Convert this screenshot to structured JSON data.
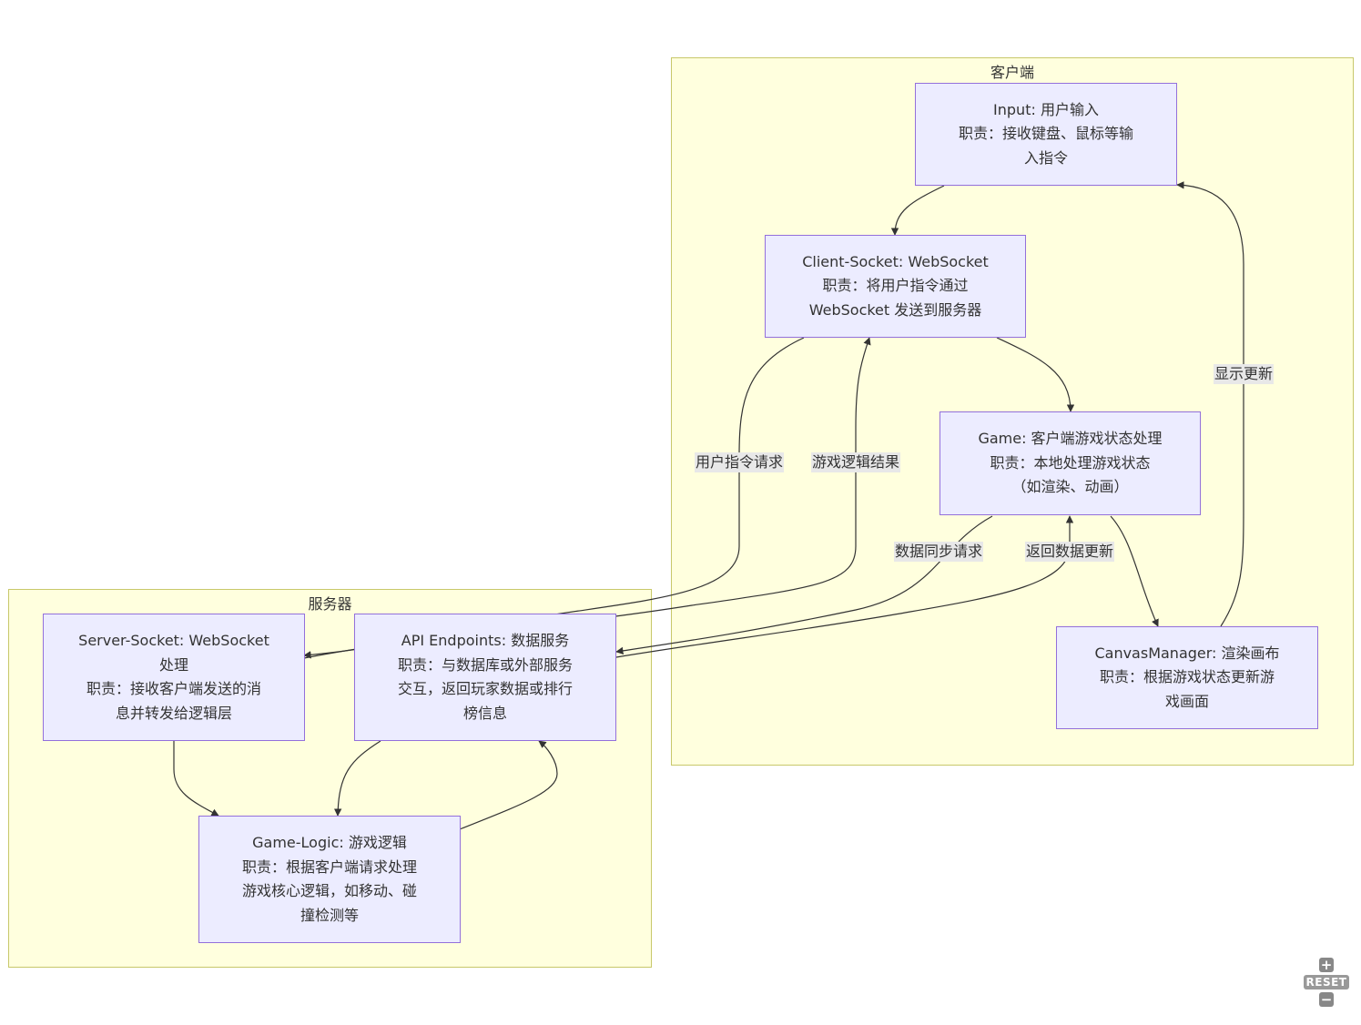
{
  "clusters": {
    "client": {
      "title": "客户端"
    },
    "server": {
      "title": "服务器"
    }
  },
  "nodes": {
    "input": {
      "lines": [
        "Input: 用户输入",
        "职责：接收键盘、鼠标等输",
        "入指令"
      ]
    },
    "client_socket": {
      "lines": [
        "Client-Socket: WebSocket",
        "职责：将用户指令通过",
        "WebSocket 发送到服务器"
      ]
    },
    "game": {
      "lines": [
        "Game: 客户端游戏状态处理",
        "职责：本地处理游戏状态",
        "（如渲染、动画）"
      ]
    },
    "canvas_manager": {
      "lines": [
        "CanvasManager: 渲染画布",
        "职责：根据游戏状态更新游",
        "戏画面"
      ]
    },
    "server_socket": {
      "lines": [
        "Server-Socket: WebSocket",
        "处理",
        "职责：接收客户端发送的消",
        "息并转发给逻辑层"
      ]
    },
    "api_endpoints": {
      "lines": [
        "API Endpoints: 数据服务",
        "职责：与数据库或外部服务",
        "交互，返回玩家数据或排行",
        "榜信息"
      ]
    },
    "game_logic": {
      "lines": [
        "Game-Logic: 游戏逻辑",
        "职责：根据客户端请求处理",
        "游戏核心逻辑，如移动、碰",
        "撞检测等"
      ]
    }
  },
  "edge_labels": {
    "user_cmd_request": "用户指令请求",
    "game_logic_result": "游戏逻辑结果",
    "data_sync_request": "数据同步请求",
    "return_data_update": "返回数据更新",
    "display_update": "显示更新"
  },
  "controls": {
    "zoom_in": "+",
    "reset": "RESET",
    "zoom_out": "−"
  }
}
